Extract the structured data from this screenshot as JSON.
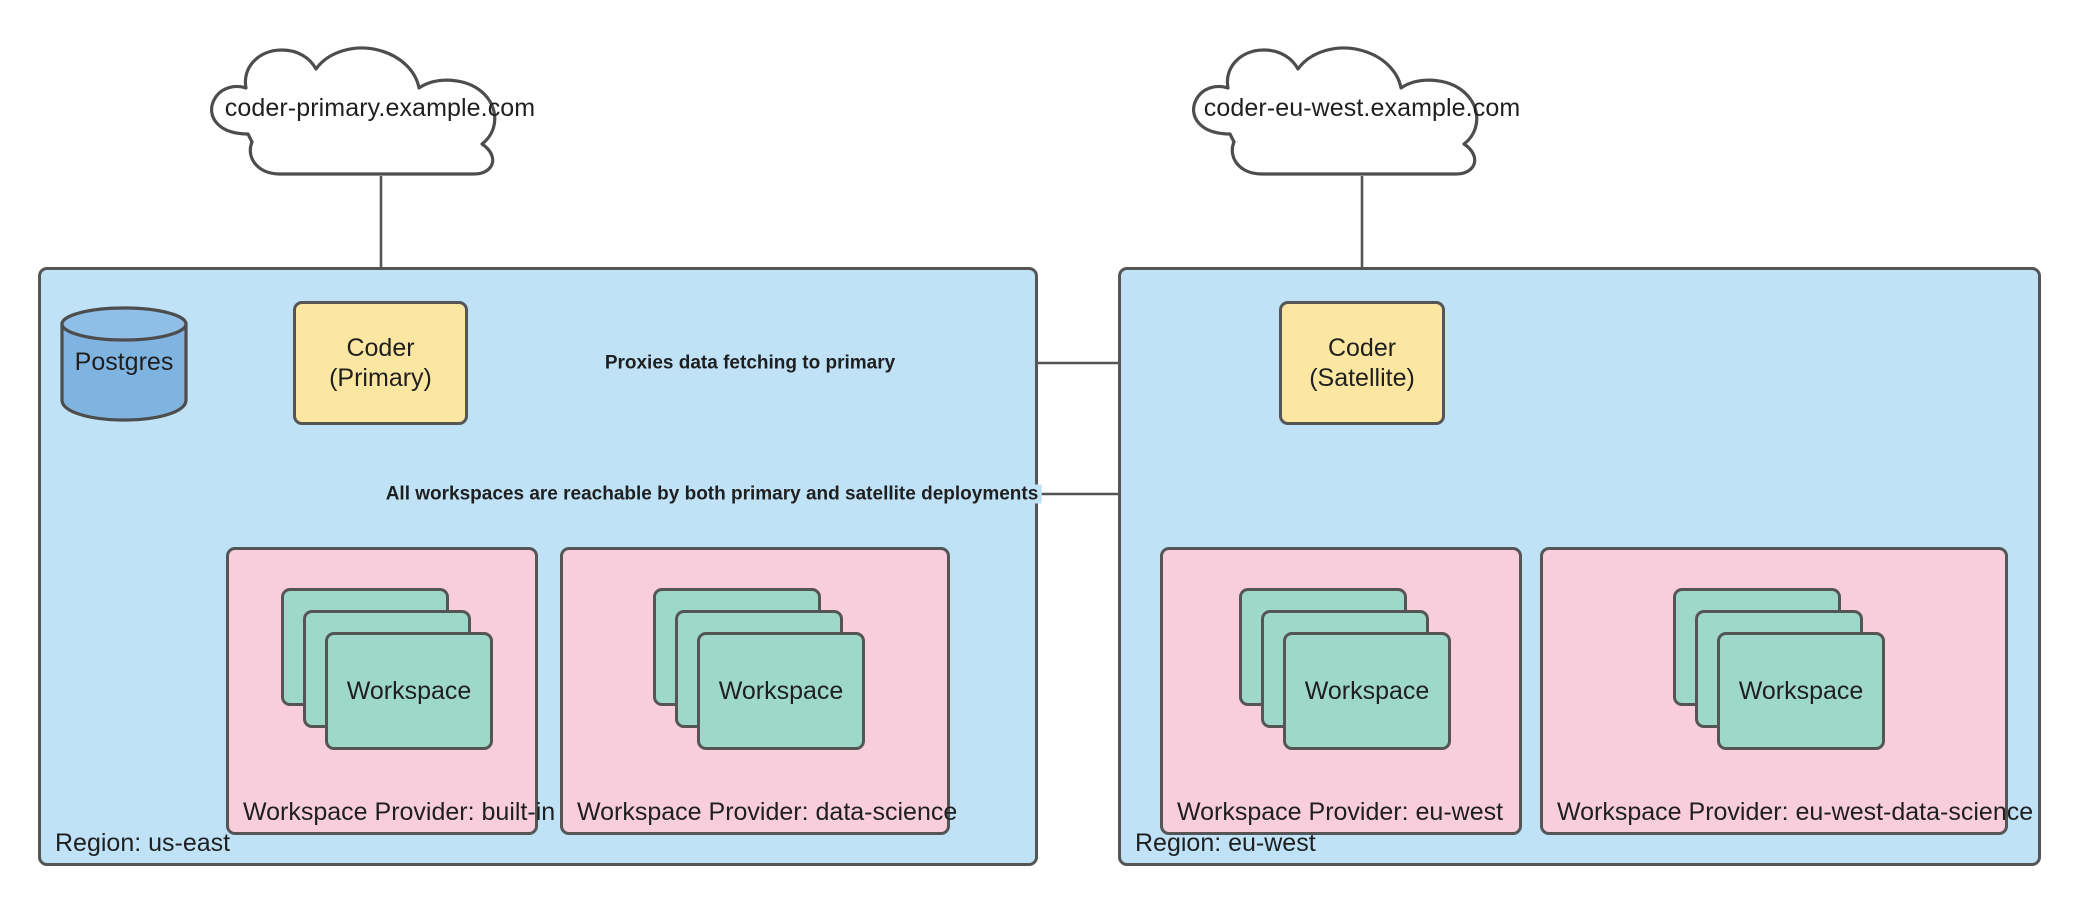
{
  "diagram": {
    "title": "Coder primary and satellite deployment topology",
    "colors": {
      "region_fill": "#bfe2f7",
      "provider_fill": "#f8cedd",
      "coder_fill": "#fbe7a1",
      "workspace_fill": "#9ed8c9",
      "database_fill": "#80b4e0",
      "stroke": "#555555",
      "text": "#1f1f1f",
      "background": "#ffffff"
    }
  },
  "clouds": [
    {
      "id": "cloud-primary",
      "label": "coder-primary.example.com"
    },
    {
      "id": "cloud-eu-west",
      "label": "coder-eu-west.example.com"
    }
  ],
  "regions": [
    {
      "id": "region-us-east",
      "label": "Region: us-east",
      "database": {
        "id": "postgres",
        "label": "Postgres"
      },
      "coder": {
        "id": "coder-primary",
        "line1": "Coder",
        "line2": "(Primary)"
      },
      "providers": [
        {
          "id": "provider-built-in",
          "label": "Workspace Provider: built-in",
          "workspace_label": "Workspace",
          "workspace_count": 3
        },
        {
          "id": "provider-data-science",
          "label": "Workspace Provider: data-science",
          "workspace_label": "Workspace",
          "workspace_count": 3
        }
      ]
    },
    {
      "id": "region-eu-west",
      "label": "Region: eu-west",
      "coder": {
        "id": "coder-satellite",
        "line1": "Coder",
        "line2": "(Satellite)"
      },
      "providers": [
        {
          "id": "provider-eu-west",
          "label": "Workspace Provider: eu-west",
          "workspace_label": "Workspace",
          "workspace_count": 3
        },
        {
          "id": "provider-eu-west-data-science",
          "label": "Workspace Provider: eu-west-data-science",
          "workspace_label": "Workspace",
          "workspace_count": 3
        }
      ]
    }
  ],
  "edges": [
    {
      "id": "edge-cloud-primary-to-coder-primary",
      "from": "cloud-primary",
      "to": "coder-primary",
      "label": ""
    },
    {
      "id": "edge-cloud-eu-west-to-coder-satellite",
      "from": "cloud-eu-west",
      "to": "coder-satellite",
      "label": ""
    },
    {
      "id": "edge-coder-primary-to-postgres",
      "from": "coder-primary",
      "to": "postgres",
      "label": ""
    },
    {
      "id": "edge-satellite-to-primary",
      "from": "coder-satellite",
      "to": "coder-primary",
      "label": "Proxies data fetching to primary"
    },
    {
      "id": "edge-workspaces-reachable",
      "from": "coder-primary",
      "to": "providers",
      "label": "All workspaces are reachable by both primary and satellite deployments"
    }
  ]
}
